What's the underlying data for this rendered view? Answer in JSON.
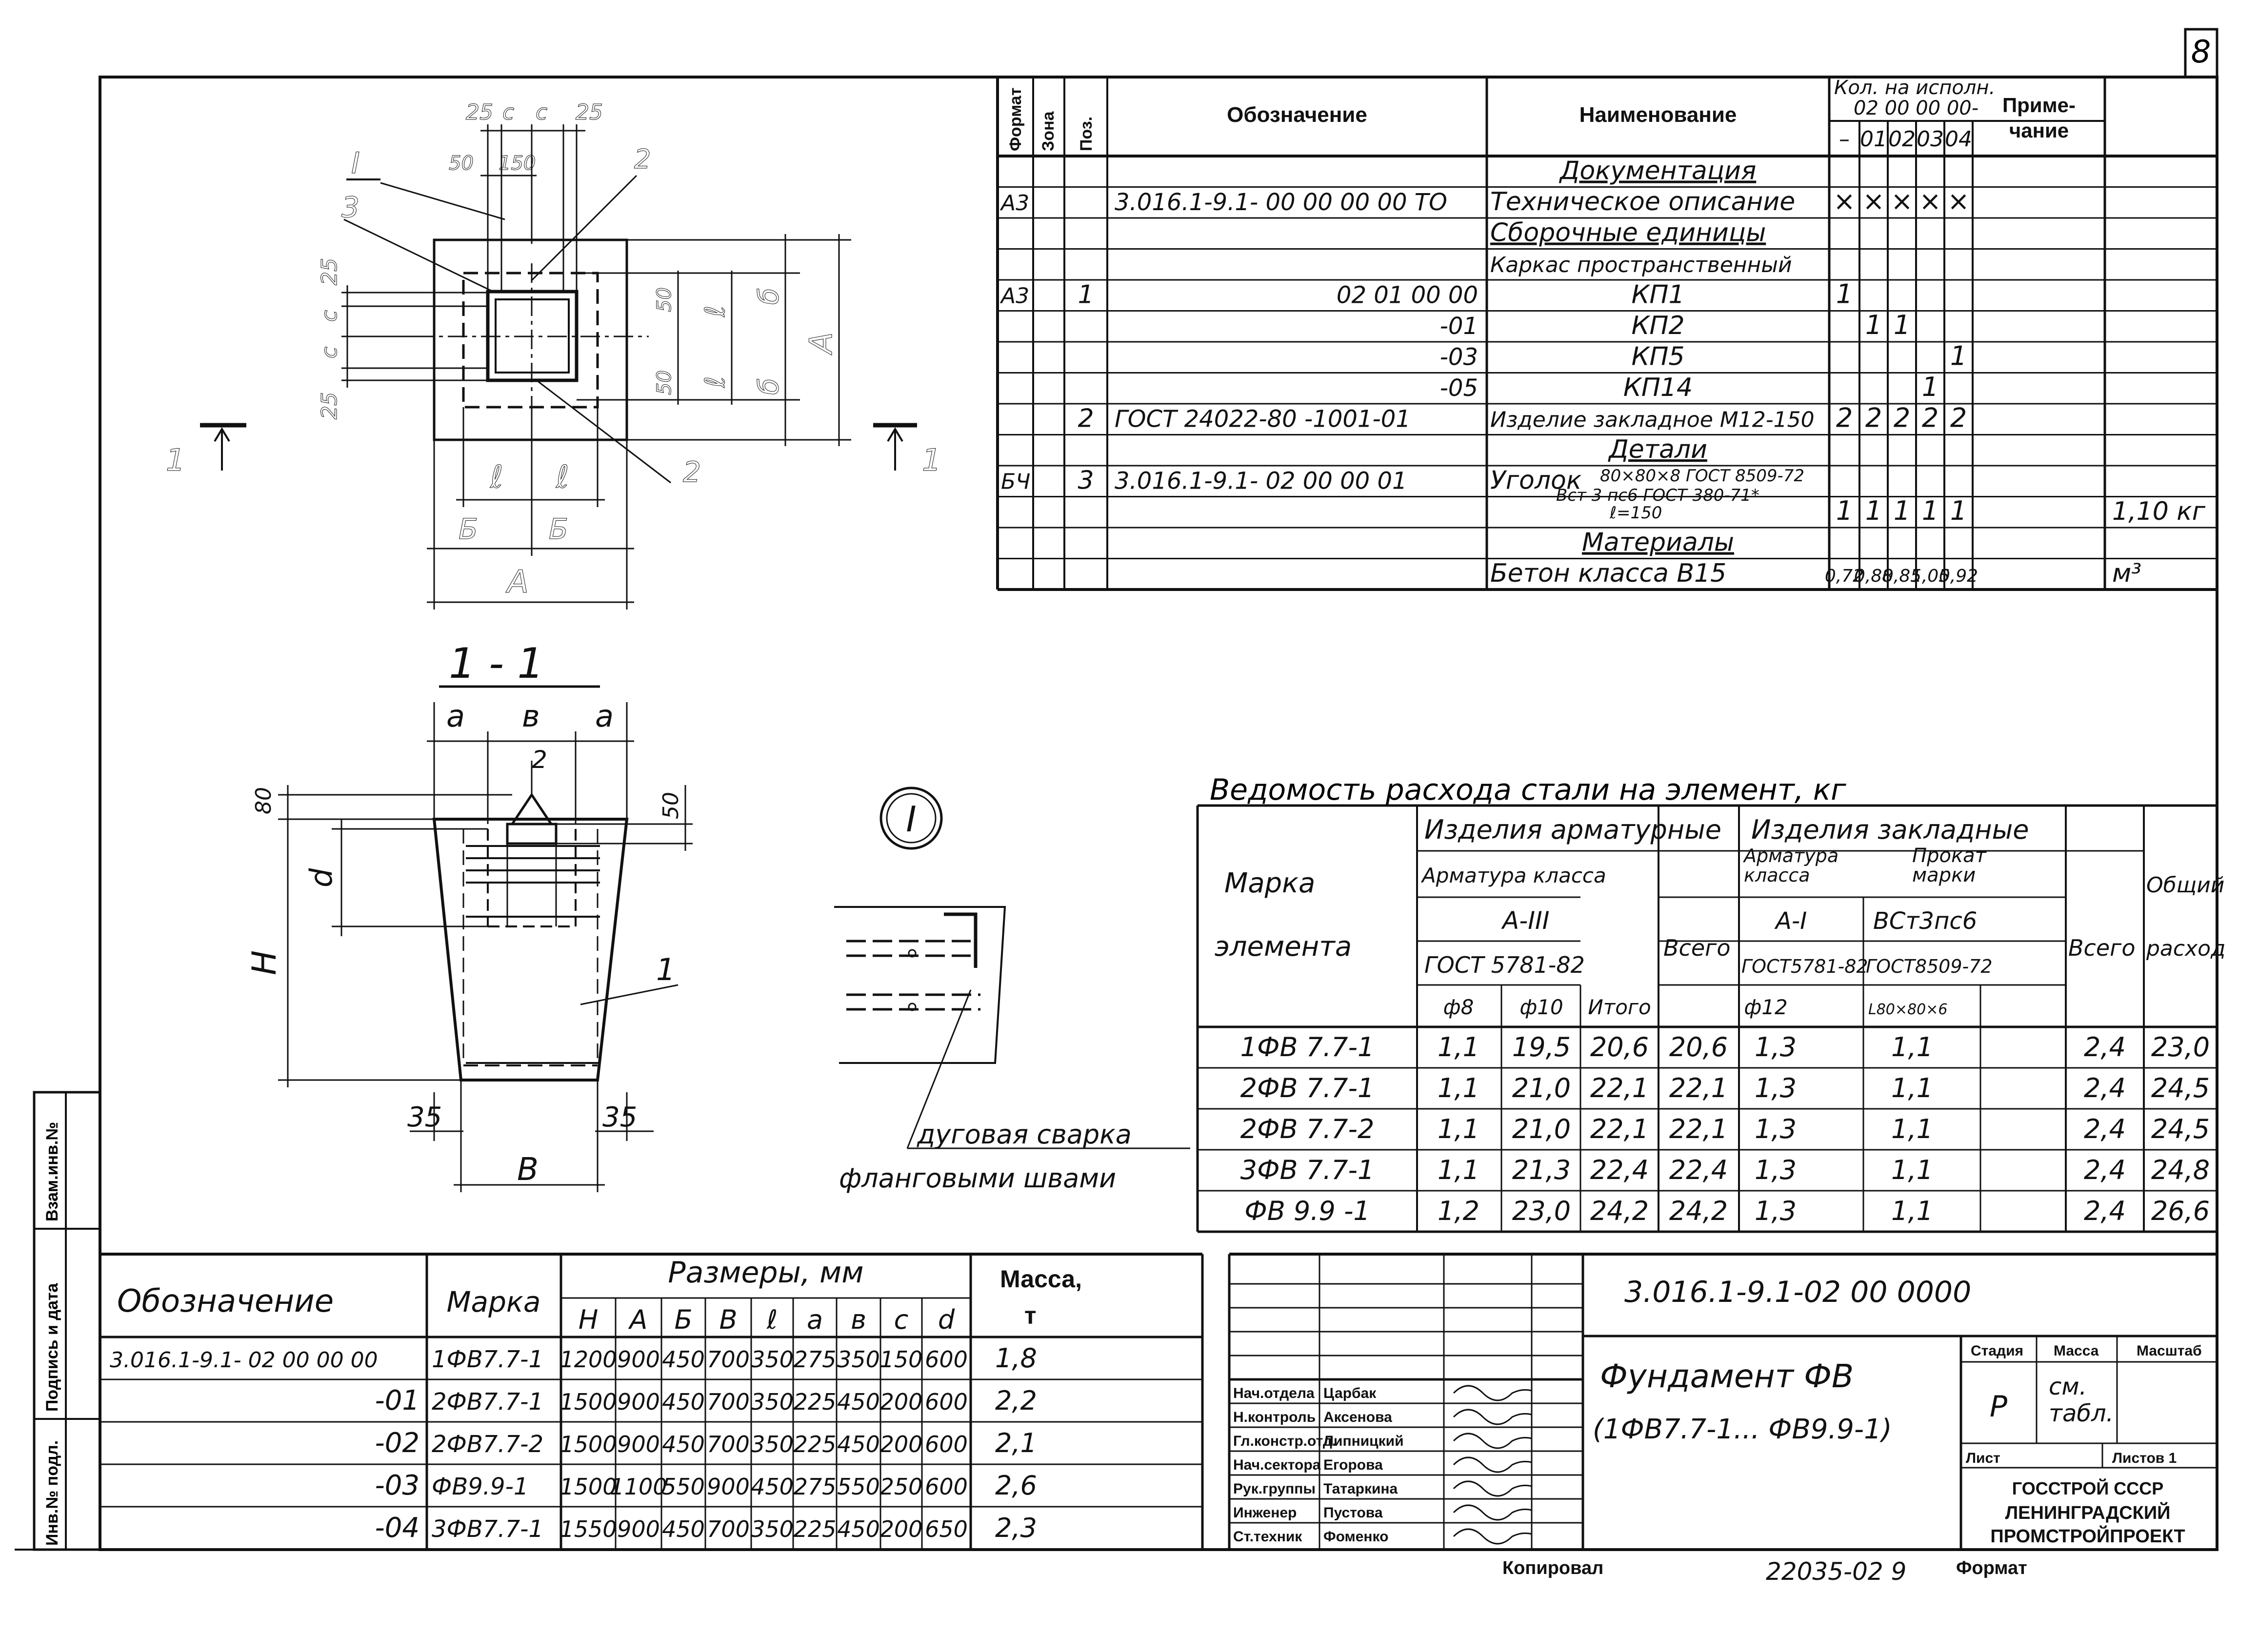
{
  "sheet_number": "8",
  "spec": {
    "headers": {
      "format": "Формат",
      "zone": "Зона",
      "pos": "Поз.",
      "designation": "Обозначение",
      "name": "Наименование",
      "qty_title": "Кол. на исполн.",
      "qty_sub": "02 00 00 00-",
      "qty_cols": [
        "–",
        "01",
        "02",
        "03",
        "04"
      ],
      "note": "Приме-чание"
    },
    "rows": [
      {
        "format": "",
        "pos": "",
        "designation": "",
        "name": "Документация",
        "qty": [
          "",
          "",
          "",
          "",
          ""
        ],
        "note": ""
      },
      {
        "format": "А3",
        "pos": "",
        "designation": "3.016.1-9.1- 00 00 00 00 ТО",
        "name": "Техническое описание",
        "qty": [
          "×",
          "×",
          "×",
          "×",
          "×"
        ],
        "note": ""
      },
      {
        "format": "",
        "pos": "",
        "designation": "",
        "name": "Сборочные единицы",
        "qty": [
          "",
          "",
          "",
          "",
          ""
        ],
        "note": ""
      },
      {
        "format": "",
        "pos": "",
        "designation": "",
        "name": "Каркас пространственный",
        "qty": [
          "",
          "",
          "",
          "",
          ""
        ],
        "note": ""
      },
      {
        "format": "А3",
        "pos": "1",
        "designation": "02 01 00 00",
        "name": "КП1",
        "qty": [
          "1",
          "",
          "",
          "",
          ""
        ],
        "note": ""
      },
      {
        "format": "",
        "pos": "",
        "designation": "-01",
        "name": "КП2",
        "qty": [
          "",
          "1",
          "1",
          "",
          ""
        ],
        "note": ""
      },
      {
        "format": "",
        "pos": "",
        "designation": "-03",
        "name": "КП5",
        "qty": [
          "",
          "",
          "",
          "",
          "1"
        ],
        "note": ""
      },
      {
        "format": "",
        "pos": "",
        "designation": "-05",
        "name": "КП14",
        "qty": [
          "",
          "",
          "",
          "1",
          ""
        ],
        "note": ""
      },
      {
        "format": "",
        "pos": "2",
        "designation": "ГОСТ 24022-80 -1001-01",
        "name": "Изделие закладное М12-150",
        "qty": [
          "2",
          "2",
          "2",
          "2",
          "2"
        ],
        "note": ""
      },
      {
        "format": "",
        "pos": "",
        "designation": "",
        "name": "Детали",
        "qty": [
          "",
          "",
          "",
          "",
          ""
        ],
        "note": ""
      },
      {
        "format": "БЧ",
        "pos": "3",
        "designation": "3.016.1-9.1- 02 00 00 01",
        "name": "Уголок",
        "qty": [
          "",
          "",
          "",
          "",
          ""
        ],
        "note": ""
      },
      {
        "format": "",
        "pos": "",
        "designation": "",
        "name": "",
        "qty": [
          "1",
          "1",
          "1",
          "1",
          "1"
        ],
        "note": "1,10 кг"
      },
      {
        "format": "",
        "pos": "",
        "designation": "",
        "name": "Материалы",
        "qty": [
          "",
          "",
          "",
          "",
          ""
        ],
        "note": ""
      },
      {
        "format": "",
        "pos": "",
        "designation": "",
        "name": "Бетон класса В15",
        "qty": [
          "0,72",
          "0,88",
          "0,85",
          "1,05",
          "0,92"
        ],
        "note": "м³"
      }
    ],
    "angle_lines": [
      "80×80×8 ГОСТ 8509-72",
      "Вст 3 пс6 ГОСТ 380-71*",
      "ℓ=150"
    ]
  },
  "steel": {
    "title": "Ведомость расхода стали на элемент, кг",
    "h_mark": "Марка элемента",
    "h_reinf": "Изделия арматурные",
    "h_embed": "Изделия закладные",
    "h_reinf_class": "Арматура класса",
    "h_aiii": "А-III",
    "h_gost5781": "ГОСТ 5781-82",
    "h_d8": "ф8",
    "h_d10": "ф10",
    "h_total_r": "Итого",
    "h_all_r": "Всего",
    "h_embed_reinf": "Арматура класса",
    "h_ai": "А-I",
    "h_gost5781b": "ГОСТ5781-82",
    "h_d12": "ф12",
    "h_rolled": "Прокат марки",
    "h_vst": "ВСт3пс6",
    "h_gost8509": "ГОСТ8509-72",
    "h_angle": "L80×80×6",
    "h_all_e": "Всего",
    "h_total": "Общий расход",
    "rows": [
      {
        "mark": "1ФВ 7.7-1",
        "d8": "1,1",
        "d10": "19,5",
        "itogo": "20,6",
        "vsego": "20,6",
        "d12": "1,3",
        "angle": "1,1",
        "vsego2": "2,4",
        "total": "23,0"
      },
      {
        "mark": "2ФВ 7.7-1",
        "d8": "1,1",
        "d10": "21,0",
        "itogo": "22,1",
        "vsego": "22,1",
        "d12": "1,3",
        "angle": "1,1",
        "vsego2": "2,4",
        "total": "24,5"
      },
      {
        "mark": "2ФВ 7.7-2",
        "d8": "1,1",
        "d10": "21,0",
        "itogo": "22,1",
        "vsego": "22,1",
        "d12": "1,3",
        "angle": "1,1",
        "vsego2": "2,4",
        "total": "24,5"
      },
      {
        "mark": "3ФВ 7.7-1",
        "d8": "1,1",
        "d10": "21,3",
        "itogo": "22,4",
        "vsego": "22,4",
        "d12": "1,3",
        "angle": "1,1",
        "vsego2": "2,4",
        "total": "24,8"
      },
      {
        "mark": "ФВ 9.9 -1",
        "d8": "1,2",
        "d10": "23,0",
        "itogo": "24,2",
        "vsego": "24,2",
        "d12": "1,3",
        "angle": "1,1",
        "vsego2": "2,4",
        "total": "26,6"
      }
    ]
  },
  "dims": {
    "h_designation": "Обозначение",
    "h_mark": "Марка",
    "h_sizes": "Размеры, мм",
    "h_mass": "Масса, т",
    "cols": [
      "H",
      "A",
      "Б",
      "В",
      "ℓ",
      "a",
      "в",
      "c",
      "d"
    ],
    "rows": [
      {
        "designation": "3.016.1-9.1- 02 00 00 00",
        "mark": "1ФВ7.7-1",
        "v": [
          "1200",
          "900",
          "450",
          "700",
          "350",
          "275",
          "350",
          "150",
          "600"
        ],
        "mass": "1,8"
      },
      {
        "designation": "-01",
        "mark": "2ФВ7.7-1",
        "v": [
          "1500",
          "900",
          "450",
          "700",
          "350",
          "225",
          "450",
          "200",
          "600"
        ],
        "mass": "2,2"
      },
      {
        "designation": "-02",
        "mark": "2ФВ7.7-2",
        "v": [
          "1500",
          "900",
          "450",
          "700",
          "350",
          "225",
          "450",
          "200",
          "600"
        ],
        "mass": "2,1"
      },
      {
        "designation": "-03",
        "mark": "ФВ9.9-1",
        "v": [
          "1500",
          "1100",
          "550",
          "900",
          "450",
          "275",
          "550",
          "250",
          "600"
        ],
        "mass": "2,6"
      },
      {
        "designation": "-04",
        "mark": "3ФВ7.7-1",
        "v": [
          "1550",
          "900",
          "450",
          "700",
          "350",
          "225",
          "450",
          "200",
          "650"
        ],
        "mass": "2,3"
      }
    ]
  },
  "title_block": {
    "code": "3.016.1-9.1-02 00 0000",
    "title1": "Фундамент ФВ",
    "title2": "(1ФВ7.7-1... ФВ9.9-1)",
    "stage_h": "Стадия",
    "mass_h": "Масса",
    "scale_h": "Масштаб",
    "stage": "Р",
    "mass": "см. табл.",
    "sheet_h": "Лист",
    "sheets_h": "Листов 1",
    "org1": "ГОССТРОЙ СССР",
    "org2": "ЛЕНИНГРАДСКИЙ",
    "org3": "ПРОМСТРОЙПРОЕКТ",
    "people": [
      {
        "role": "Нач.отдела",
        "name": "Царбак"
      },
      {
        "role": "Н.контроль",
        "name": "Аксенова"
      },
      {
        "role": "Гл.констр.отд.",
        "name": "Липницкий"
      },
      {
        "role": "Нач.сектора",
        "name": "Егорова"
      },
      {
        "role": "Рук.группы",
        "name": "Татаркина"
      },
      {
        "role": "Инженер",
        "name": "Пустова"
      },
      {
        "role": "Ст.техник",
        "name": "Фоменко"
      }
    ],
    "copied": "Копировал",
    "doc_no": "22035-02  9",
    "format": "Формат"
  },
  "stamp_side": [
    "Инв.№ подл.",
    "Подпись и дата",
    "Взам.инв.№"
  ],
  "drawing": {
    "section_title": "1 - 1",
    "node_label": "I",
    "weld_note1": "дуговая сварка",
    "weld_note2": "фланговыми швами",
    "section_mark": "1",
    "plan_dims": {
      "top": [
        "25",
        "c",
        "c",
        "25"
      ],
      "top2": [
        "50",
        "150"
      ],
      "callouts": [
        "I",
        "3",
        "2",
        "2"
      ],
      "left": [
        "25",
        "c",
        "c",
        "25"
      ],
      "right_50": "50",
      "right_l": "ℓ",
      "right_b": "б",
      "right_A": "A",
      "bottom_l": "ℓ",
      "bottom_b": "Б",
      "bottom_A": "A"
    },
    "sec_dims": {
      "top": [
        "a",
        "в",
        "a"
      ],
      "v80": "80",
      "v50": "50",
      "vd": "d",
      "vH": "H",
      "bot35": [
        "35",
        "35"
      ],
      "bottomB": "В",
      "p1": "1",
      "p2": "2"
    }
  }
}
